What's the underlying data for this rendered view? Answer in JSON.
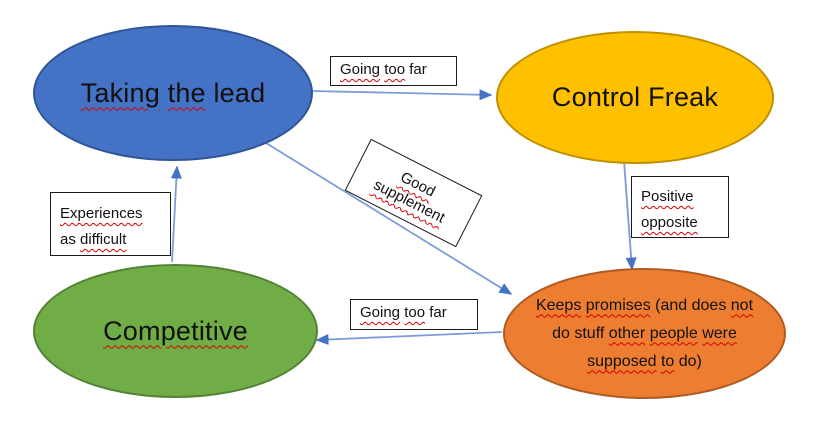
{
  "diagram_title": "",
  "colors": {
    "background": "#FFFFFF",
    "arrow_line": "#7C9BD9",
    "arrow_head": "#4472C4",
    "squiggle_red": "#DB0000",
    "label_box_border": "#1A1A1A",
    "text": "#111111"
  },
  "nodes": {
    "taking_the_lead": {
      "label": "Taking the lead",
      "fill": "#4472C4",
      "border": "#2F5597",
      "words": [
        {
          "t": "Taking",
          "sq": true
        },
        {
          "t": "the",
          "sq": true
        },
        {
          "t": "lead",
          "sq": false
        }
      ]
    },
    "control_freak": {
      "label": "Control Freak",
      "fill": "#FFC000",
      "border": "#BF9000",
      "words": [
        {
          "t": "Control",
          "sq": false
        },
        {
          "t": "Freak",
          "sq": false
        }
      ]
    },
    "competitive": {
      "label": "Competitive",
      "fill": "#70AD47",
      "border": "#548235",
      "words": [
        {
          "t": "Competitive",
          "sq": true
        }
      ]
    },
    "keeps_promises": {
      "label": "Keeps promises (and does not do stuff other people were supposed to do)",
      "fill": "#ED7D31",
      "border": "#AE5A21",
      "words": [
        {
          "t": "Keeps",
          "sq": true
        },
        {
          "t": "promises",
          "sq": true
        },
        {
          "t": "(and",
          "sq": false
        },
        {
          "t": "does",
          "sq": false
        },
        {
          "t": "not",
          "sq": true
        },
        {
          "t": "do",
          "sq": false
        },
        {
          "t": "stuff",
          "sq": false
        },
        {
          "t": "other",
          "sq": true
        },
        {
          "t": "people",
          "sq": true
        },
        {
          "t": "were",
          "sq": true
        },
        {
          "t": "supposed",
          "sq": true
        },
        {
          "t": "to",
          "sq": true
        },
        {
          "t": "do)",
          "sq": false
        }
      ]
    }
  },
  "labels": {
    "going_too_far_top": {
      "label": "Going too far",
      "words": [
        {
          "t": "Going",
          "sq": true
        },
        {
          "t": "too",
          "sq": true
        },
        {
          "t": "far",
          "sq": false
        }
      ]
    },
    "good_supplement": {
      "label": "Good supplement",
      "rotation_deg": 27,
      "words": [
        {
          "t": "Good",
          "sq": true
        },
        {
          "br": true
        },
        {
          "t": "supplement",
          "sq": true
        }
      ]
    },
    "experiences_as_difficult": {
      "label": "Experiences as difficult",
      "words": [
        {
          "t": "Experiences",
          "sq": true
        },
        {
          "br": true
        },
        {
          "t": "as",
          "sq": false
        },
        {
          "t": "difficult",
          "sq": true
        }
      ]
    },
    "positive_opposite": {
      "label": "Positive opposite",
      "words": [
        {
          "t": "Positive",
          "sq": true
        },
        {
          "br": true
        },
        {
          "t": "opposite",
          "sq": true
        }
      ]
    },
    "going_too_far_bottom": {
      "label": "Going too far",
      "words": [
        {
          "t": "Going",
          "sq": true
        },
        {
          "t": "too",
          "sq": true
        },
        {
          "t": "far",
          "sq": false
        }
      ]
    }
  },
  "arrows": [
    {
      "name": "arrow-taking-to-control",
      "from": "taking_the_lead",
      "to": "control_freak",
      "label": "Going too far"
    },
    {
      "name": "arrow-taking-to-keeps",
      "from": "taking_the_lead",
      "to": "keeps_promises",
      "label": "Good supplement"
    },
    {
      "name": "arrow-control-to-keeps",
      "from": "control_freak",
      "to": "keeps_promises",
      "label": "Positive opposite"
    },
    {
      "name": "arrow-keeps-to-competitive",
      "from": "keeps_promises",
      "to": "competitive",
      "label": "Going too far"
    },
    {
      "name": "arrow-competitive-to-taking",
      "from": "competitive",
      "to": "taking_the_lead",
      "label": "Experiences as difficult"
    }
  ]
}
